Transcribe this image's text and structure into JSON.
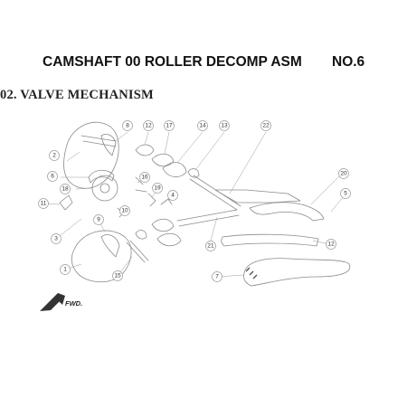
{
  "header": {
    "title_left": "CAMSHAFT 00 ROLLER DECOMP ASM",
    "title_right": "NO.6"
  },
  "section": {
    "heading": "02. VALVE MECHANISM"
  },
  "diagram": {
    "callouts": [
      "8",
      "12",
      "17",
      "14",
      "13",
      "22",
      "2",
      "6",
      "16",
      "19",
      "18",
      "20",
      "11",
      "4",
      "5",
      "10",
      "9",
      "3",
      "21",
      "12",
      "1",
      "15",
      "7"
    ],
    "fwd_label": "FWD.",
    "line_color": "#8a8a8a",
    "callout_stroke": "#9a9a9a"
  }
}
